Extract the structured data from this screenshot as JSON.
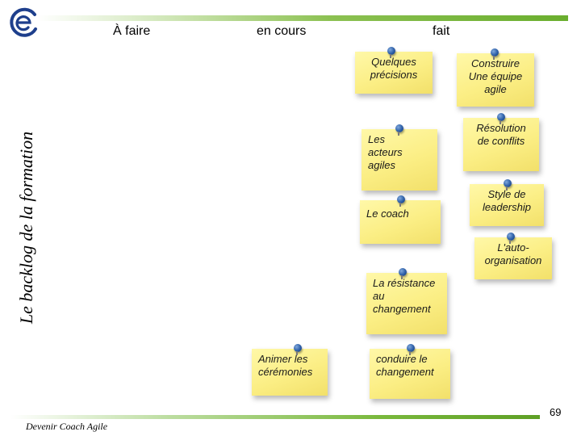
{
  "columns": {
    "todo": "À faire",
    "in_progress": "en cours",
    "done": "fait"
  },
  "side_title": "Le backlog de la formation",
  "footer": "Devenir Coach Agile",
  "page_number": "69",
  "colors": {
    "accent_green": "#6aae2e",
    "sticky_yellow": "#fbee84",
    "pin_blue": "#2b5da6"
  },
  "notes": {
    "in_progress": [
      "Animer les cérémonies"
    ],
    "done_col1": [
      "Quelques précisions",
      "Les acteurs agiles",
      "Le coach",
      "La résistance au changement",
      "conduire le changement"
    ],
    "done_col2": [
      "Construire Une équipe agile",
      "Résolution de conflits",
      "Style de leadership",
      "L'auto-organisation"
    ]
  }
}
